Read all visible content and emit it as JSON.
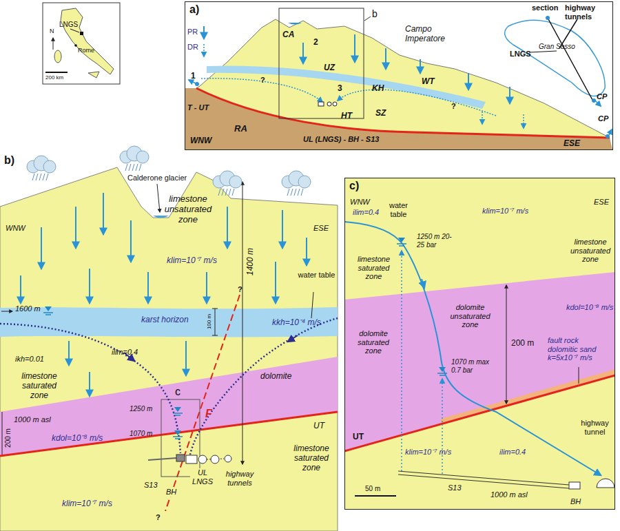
{
  "diagram": {
    "nodes": [
      {
        "text": [
          "a)"
        ]
      },
      {
        "text": [
          "b)"
        ]
      },
      {
        "text": [
          "c)"
        ]
      }
    ],
    "labels": [
      "LNGS",
      "Rome",
      "200 km",
      "N",
      "PR",
      "DR",
      "1",
      "CA",
      "2",
      "UZ",
      "b",
      "Campo Imperatore",
      "?",
      "3",
      "KH",
      "WT",
      "?",
      "SZ",
      "HT",
      "T - UT",
      "RA",
      "UL (LNGS) - BH - S13",
      "WNW",
      "ESE",
      "CP",
      "section",
      "highway tunnels",
      "LNGS",
      "Gran Sasso",
      "CP",
      "Calderone glacier",
      "WNW",
      "limestone unsaturated zone",
      "ESE",
      "klim=10⁻⁷ m/s",
      "1400 m",
      "1600 m",
      "karst horizon",
      "100 m",
      "kkh=10⁻⁴ m/s",
      "water table",
      "ikh=0.01",
      "ilim=0.4",
      "?",
      "c",
      "limestone saturated zone",
      "1250 m",
      "F",
      "dolomite",
      "1070 m",
      "1000 m asl",
      "200 m",
      "kdol=10⁻⁸ m/s",
      "UT",
      "limestone saturated zone",
      "S13",
      "BH",
      "UL LNGS",
      "highway tunnels",
      "klim=10⁻⁷ m/s",
      "?",
      "WNW",
      "ESE",
      "ilim=0.4",
      "water table",
      "klim=10⁻⁷ m/s",
      "1250 m 20-25 bar",
      "limestone unsaturated zone",
      "limestone saturated zone",
      "kdol=10⁻⁸ m/s",
      "dolomite unsaturated zone",
      "dolomite saturated zone",
      "200 m",
      "1070 m max 0.7 bar",
      "fault rock dolomitic sand k=5x10⁻⁷ m/s",
      "highway tunnel",
      "UT",
      "klim=10⁻⁷ m/s",
      "ilim=0.4",
      "S13",
      "1000 m asl",
      "BH",
      "50 m"
    ]
  }
}
